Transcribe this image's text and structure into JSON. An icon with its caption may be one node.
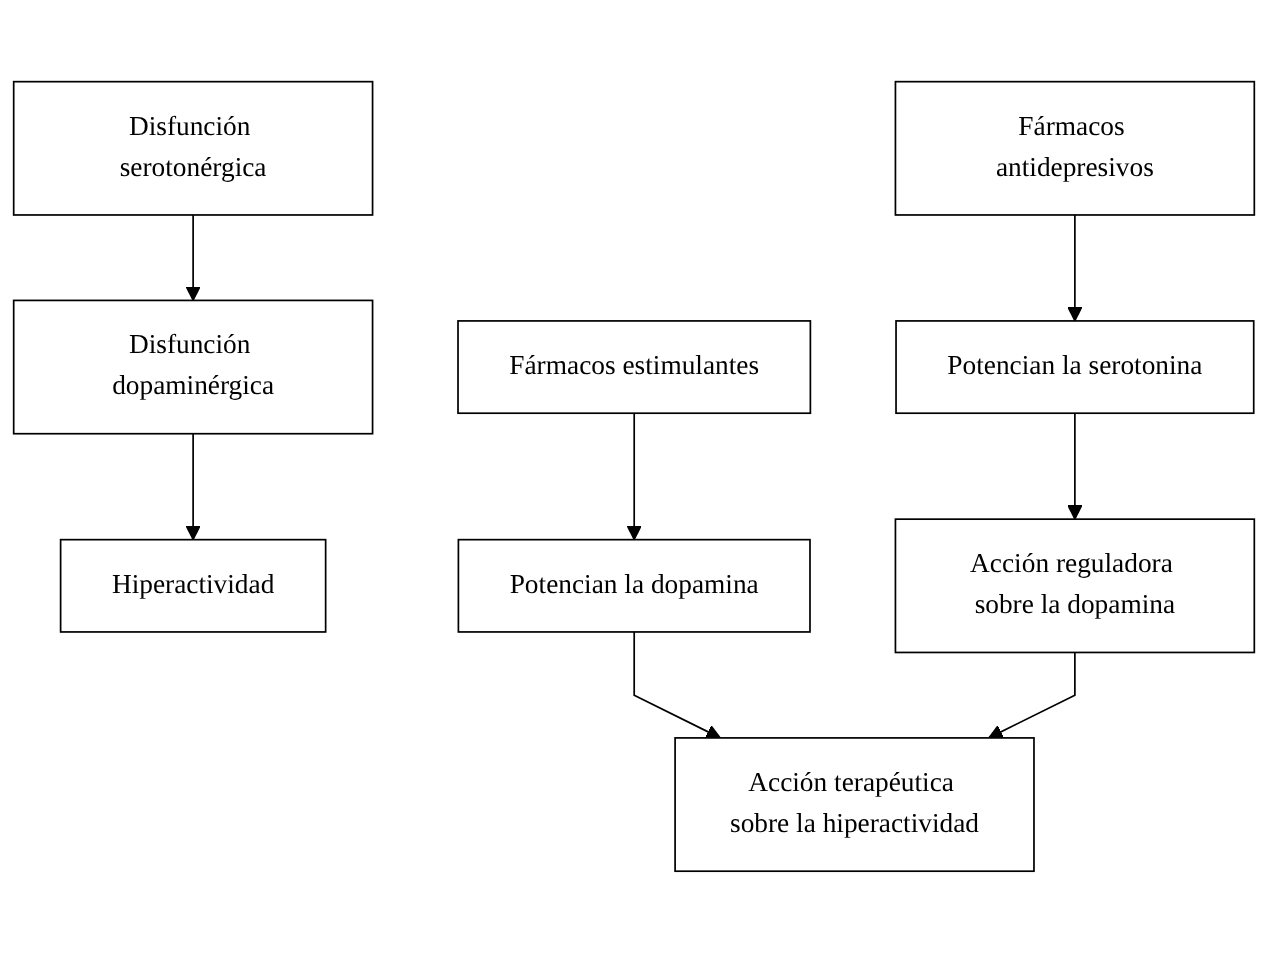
{
  "diagram": {
    "nodes": [
      {
        "text": [
          "Disfunción serotonérgica"
        ]
      },
      {
        "text": [
          "Disfunción dopaminérgica"
        ]
      },
      {
        "text": [
          "Hiperactividad"
        ]
      },
      {
        "text": [
          "Fármacos estimulantes"
        ]
      },
      {
        "text": [
          "Fármacos antidepresivos"
        ]
      },
      {
        "text": [
          "Potencian la serotonina"
        ]
      },
      {
        "text": [
          "Potencian la dopamina"
        ]
      },
      {
        "text": [
          "Acción reguladora sobre la dopamina"
        ]
      },
      {
        "text": [
          "Acción terapéutica sobre la hiperactividad"
        ]
      }
    ],
    "edges": [
      {
        "from": 0,
        "to": 1,
        "arrow": "to"
      },
      {
        "from": 1,
        "to": 2,
        "arrow": "to"
      },
      {
        "from": 3,
        "to": 6,
        "arrow": "to"
      },
      {
        "from": 4,
        "to": 5,
        "arrow": "to"
      },
      {
        "from": 5,
        "to": 7,
        "arrow": "to"
      },
      {
        "from": 6,
        "to": 8,
        "arrow": "to"
      },
      {
        "from": 7,
        "to": 8,
        "arrow": "to"
      }
    ]
  }
}
